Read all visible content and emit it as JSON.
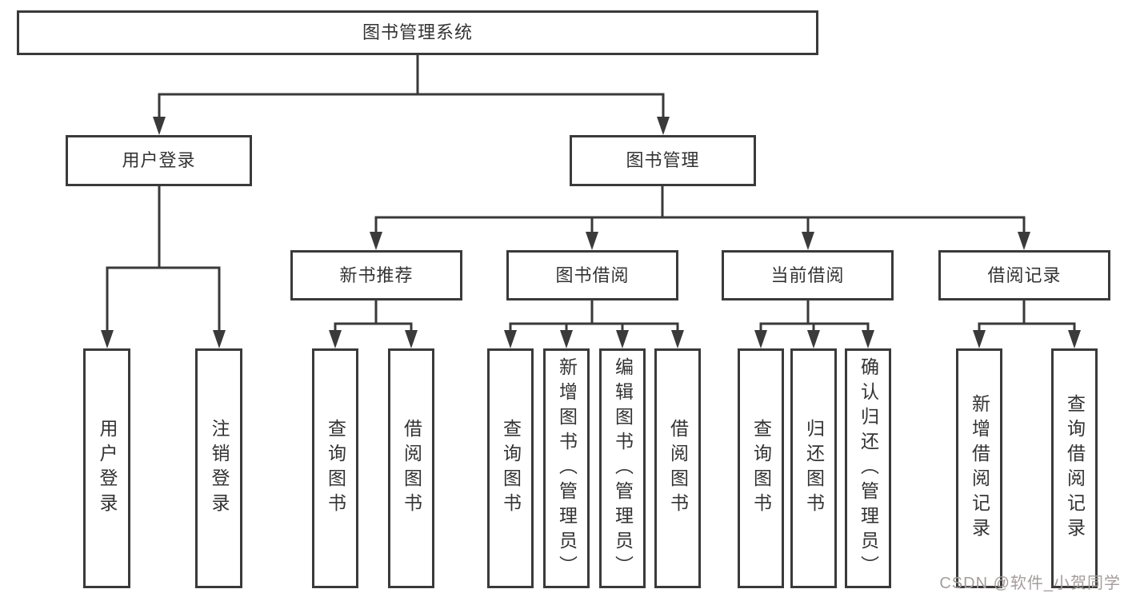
{
  "diagram": {
    "root": {
      "label": "图书管理系统"
    },
    "level2": [
      {
        "label": "用户登录"
      },
      {
        "label": "图书管理"
      }
    ],
    "level3": [
      {
        "label": "新书推荐",
        "parent": "图书管理"
      },
      {
        "label": "图书借阅",
        "parent": "图书管理"
      },
      {
        "label": "当前借阅",
        "parent": "图书管理"
      },
      {
        "label": "借阅记录",
        "parent": "图书管理"
      }
    ],
    "leaves": [
      {
        "label": "用户登录",
        "parent": "用户登录"
      },
      {
        "label": "注销登录",
        "parent": "用户登录"
      },
      {
        "label": "查询图书",
        "parent": "新书推荐"
      },
      {
        "label": "借阅图书",
        "parent": "新书推荐"
      },
      {
        "label": "查询图书",
        "parent": "图书借阅"
      },
      {
        "label": "新增图书（管理员）",
        "parent": "图书借阅"
      },
      {
        "label": "编辑图书（管理员）",
        "parent": "图书借阅"
      },
      {
        "label": "借阅图书",
        "parent": "图书借阅"
      },
      {
        "label": "查询图书",
        "parent": "当前借阅"
      },
      {
        "label": "归还图书",
        "parent": "当前借阅"
      },
      {
        "label": "确认归还（管理员）",
        "parent": "当前借阅"
      },
      {
        "label": "新增借阅记录",
        "parent": "借阅记录"
      },
      {
        "label": "查询借阅记录",
        "parent": "借阅记录"
      }
    ]
  },
  "watermark": {
    "text": "CSDN @软件_小贺同学"
  },
  "colors": {
    "line": "#3a3a3a",
    "text": "#333333",
    "box-bg": "#ffffff",
    "watermark": "#a59c9c",
    "page-bg": "#ffffff"
  }
}
